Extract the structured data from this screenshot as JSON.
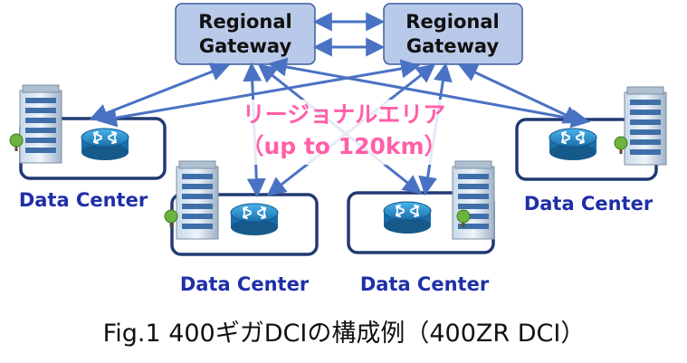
{
  "gateways": [
    {
      "line1": "Regional",
      "line2": "Gateway"
    },
    {
      "line1": "Regional",
      "line2": "Gateway"
    }
  ],
  "region": {
    "line1": "リージョナルエリア",
    "line2": "（up to 120km）"
  },
  "data_centers": [
    {
      "label": "Data Center"
    },
    {
      "label": "Data Center"
    },
    {
      "label": "Data Center"
    },
    {
      "label": "Data Center"
    }
  ],
  "caption": "Fig.1 400ギガDCIの構成例（400ZR DCI）",
  "colors": {
    "gateway_fill": "#b9c9ea",
    "gateway_stroke": "#3e5f9e",
    "arrow": "#4a72c4",
    "dc_box_stroke": "#213a74",
    "dc_label": "#1f2fa8",
    "region_text": "#ff5fa8",
    "router": "#2b8fce"
  },
  "icons": [
    "building-icon",
    "router-icon",
    "tree-icon"
  ]
}
